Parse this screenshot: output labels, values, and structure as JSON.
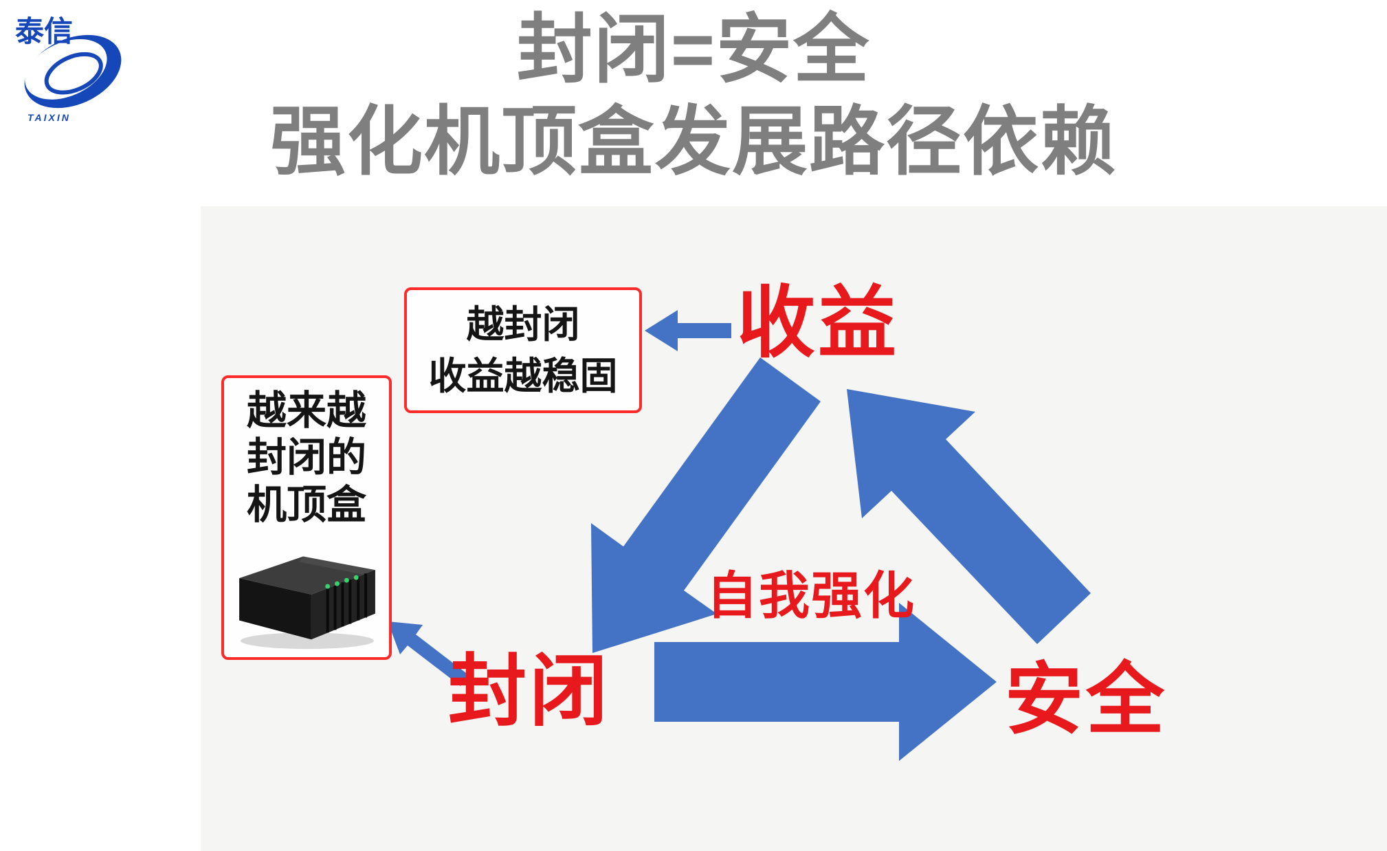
{
  "logo": {
    "name_cn": "泰信",
    "name_en": "TAIXIN",
    "color": "#1547b8"
  },
  "title": {
    "line1": "封闭=安全",
    "line2": "强化机顶盒发展路径依赖",
    "color": "#7f7f7f"
  },
  "diagram": {
    "arrow_color": "#4472c4",
    "node_color": "#e8191c",
    "callout_border_color": "#fd2a2a",
    "nodes": {
      "top": "收益",
      "bottom_left": "封闭",
      "bottom_right": "安全"
    },
    "center_label": "自我强化",
    "callout_benefit": {
      "line1": "越封闭",
      "line2": "收益越稳固"
    },
    "callout_stb": {
      "line1": "越来越",
      "line2": "封闭的",
      "line3": "机顶盒"
    }
  }
}
